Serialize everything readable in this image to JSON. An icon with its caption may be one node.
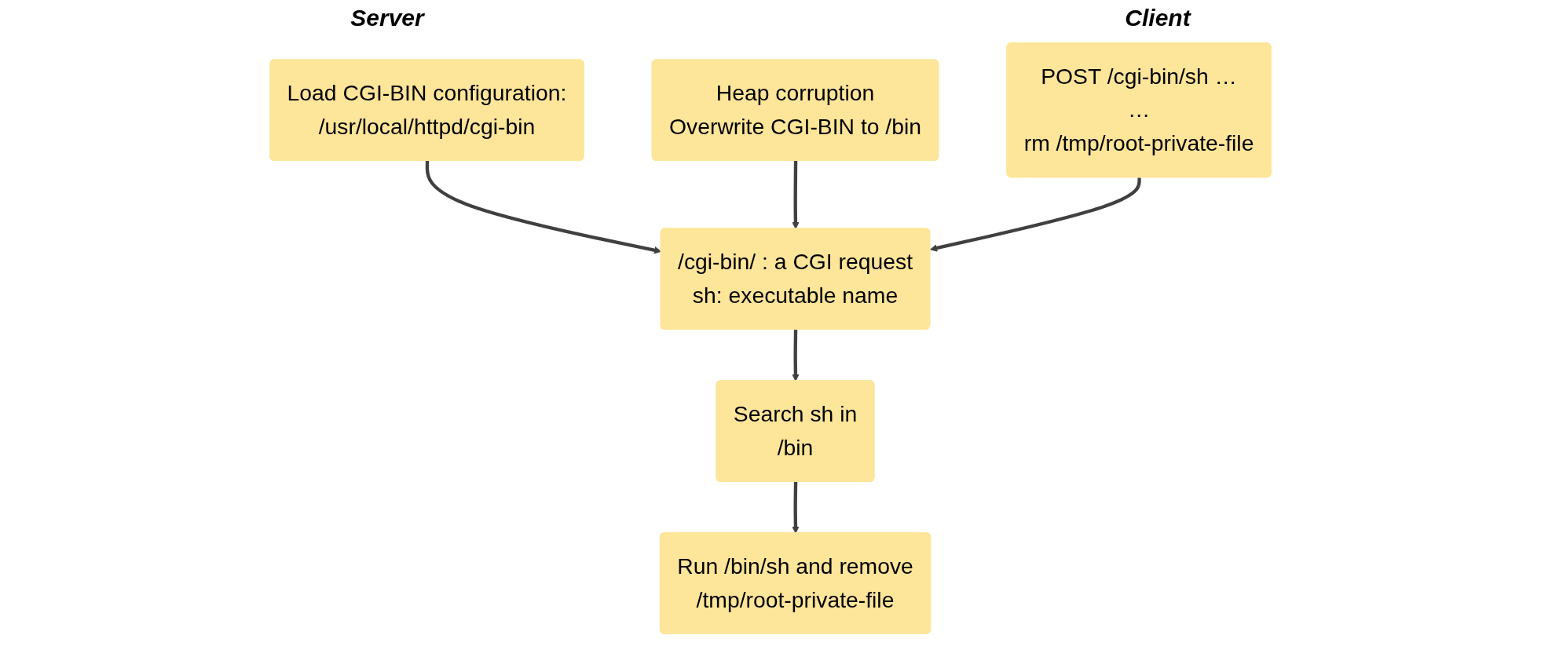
{
  "diagram": {
    "nodes": [
      {
        "text": [
          "Load CGI-BIN configuration:",
          "/usr/local/httpd/cgi-bin"
        ]
      },
      {
        "text": [
          "/cgi-bin/ : a CGI request",
          "sh: executable name"
        ]
      },
      {
        "text": [
          "Search sh in",
          "/bin"
        ]
      },
      {
        "text": [
          "Run /bin/sh  and remove",
          "/tmp/root-private-file"
        ]
      },
      {
        "text": [
          "Heap corruption",
          "Overwrite CGI-BIN to /bin"
        ]
      },
      {
        "text": [
          "POST /cgi-bin/sh …",
          "…",
          "rm /tmp/root-private-file"
        ]
      }
    ],
    "edges": [
      {
        "from": 0,
        "to": 1,
        "arrow": "to"
      },
      {
        "from": 4,
        "to": 1,
        "arrow": "to"
      },
      {
        "from": 5,
        "to": 1,
        "arrow": "to"
      },
      {
        "from": 1,
        "to": 2,
        "arrow": "to"
      },
      {
        "from": 2,
        "to": 3,
        "arrow": "to"
      }
    ],
    "labels": [
      "Server",
      "Client"
    ]
  }
}
